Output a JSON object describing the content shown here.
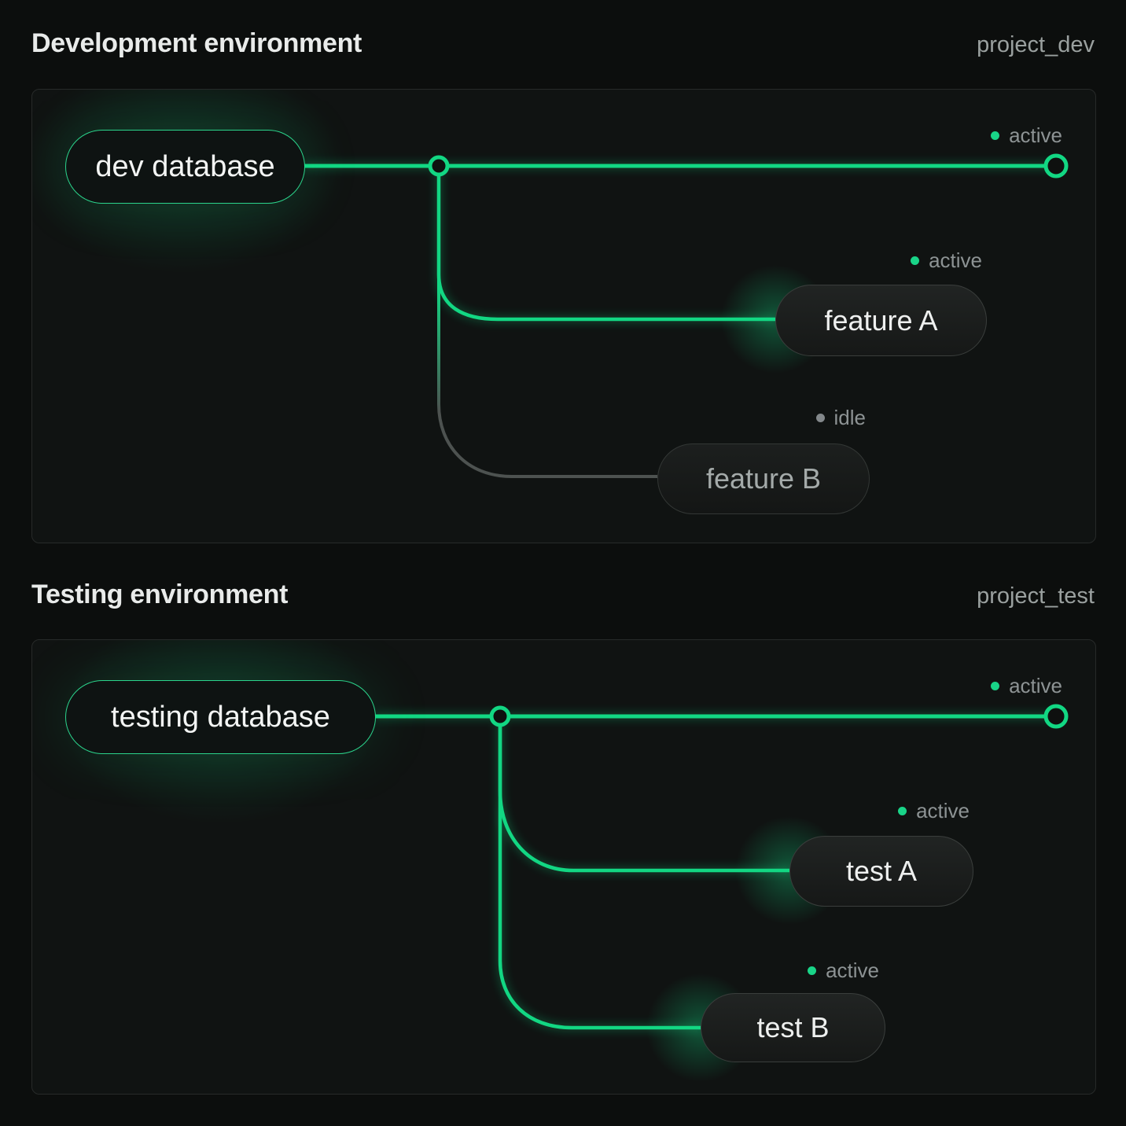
{
  "colors": {
    "accent_green": "#12d783",
    "idle_gray": "#83888b",
    "line_gray": "#4d5250"
  },
  "sections": [
    {
      "title": "Development environment",
      "project": "project_dev",
      "root": {
        "label": "dev database"
      },
      "main_branch": {
        "status": "active"
      },
      "branches": [
        {
          "label": "feature A",
          "status": "active"
        },
        {
          "label": "feature B",
          "status": "idle"
        }
      ]
    },
    {
      "title": "Testing environment",
      "project": "project_test",
      "root": {
        "label": "testing database"
      },
      "main_branch": {
        "status": "active"
      },
      "branches": [
        {
          "label": "test A",
          "status": "active"
        },
        {
          "label": "test B",
          "status": "active"
        }
      ]
    }
  ]
}
